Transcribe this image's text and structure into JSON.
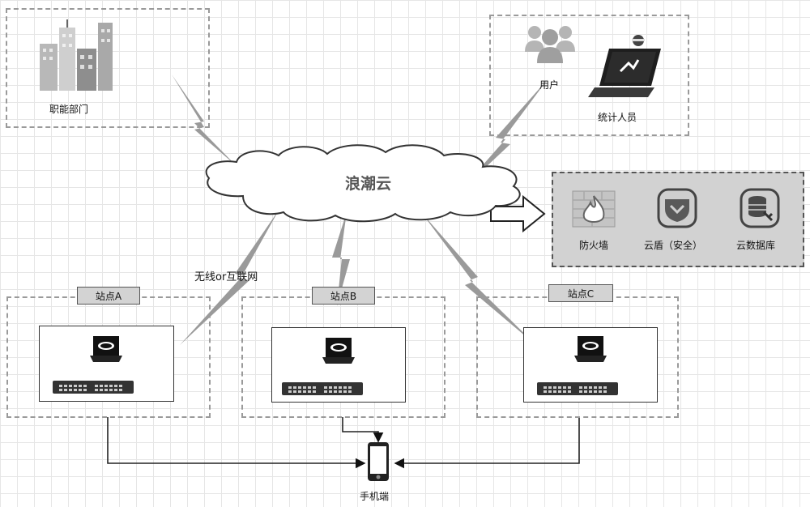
{
  "departments": {
    "label": "职能部门"
  },
  "users": {
    "user_label": "用户",
    "stats_label": "统计人员"
  },
  "cloud": {
    "label": "浪潮云"
  },
  "security": {
    "firewall_label": "防火墙",
    "shield_label": "云盾（安全）",
    "database_label": "云数据库"
  },
  "network_label": "无线or互联网",
  "sites": [
    {
      "label": "站点A"
    },
    {
      "label": "站点B"
    },
    {
      "label": "站点C"
    }
  ],
  "mobile": {
    "label": "手机端"
  }
}
